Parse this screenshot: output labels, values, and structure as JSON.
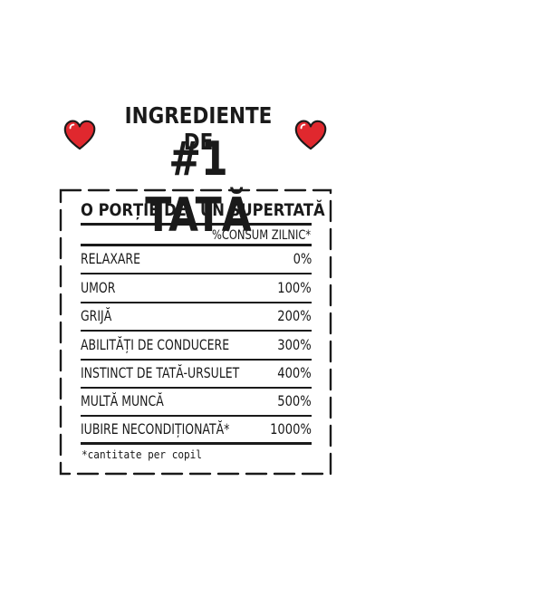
{
  "title": {
    "line1": "INGREDIENTE DE",
    "line2": "#1 TATĂ"
  },
  "serving": {
    "label": "O PORȚIE DE:",
    "value": "UN SUPERTATĂ"
  },
  "column_header": "%CONSUM ZILNIC*",
  "ingredients": [
    {
      "name": "RELAXARE",
      "value": "0%"
    },
    {
      "name": "UMOR",
      "value": "100%"
    },
    {
      "name": "GRIJĂ",
      "value": "200%"
    },
    {
      "name": "ABILITĂȚI DE CONDUCERE",
      "value": "300%"
    },
    {
      "name": "INSTINCT DE TATĂ-URSULET",
      "value": "400%"
    },
    {
      "name": "MULTĂ MUNCĂ",
      "value": "500%"
    },
    {
      "name": "IUBIRE NECONDIȚIONATĂ*",
      "value": "1000%"
    }
  ],
  "footnote": "*cantitate per copil",
  "colors": {
    "heart": "#e0282e",
    "ink": "#1a1a1a"
  },
  "icons": [
    "heart-icon",
    "heart-icon"
  ]
}
